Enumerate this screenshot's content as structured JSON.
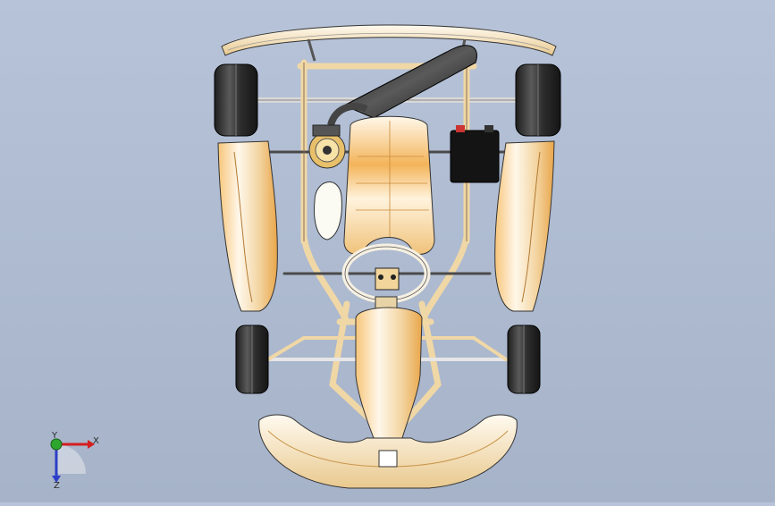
{
  "viewport": {
    "background_top": "#b7c3d8",
    "background_bottom": "#a6b3c9"
  },
  "model": {
    "frame_color": "#f0d7a6",
    "panel_color": "#f3e3c8",
    "accent_color": "#f5a623",
    "tire_color": "#2b2b2b",
    "rim_color": "#dcdcdc"
  },
  "triad": {
    "x_label": "X",
    "y_label": "Y",
    "z_label": "Z",
    "x_color": "#d41f1f",
    "y_color": "#2ea62e",
    "z_color": "#2c3ec7"
  }
}
